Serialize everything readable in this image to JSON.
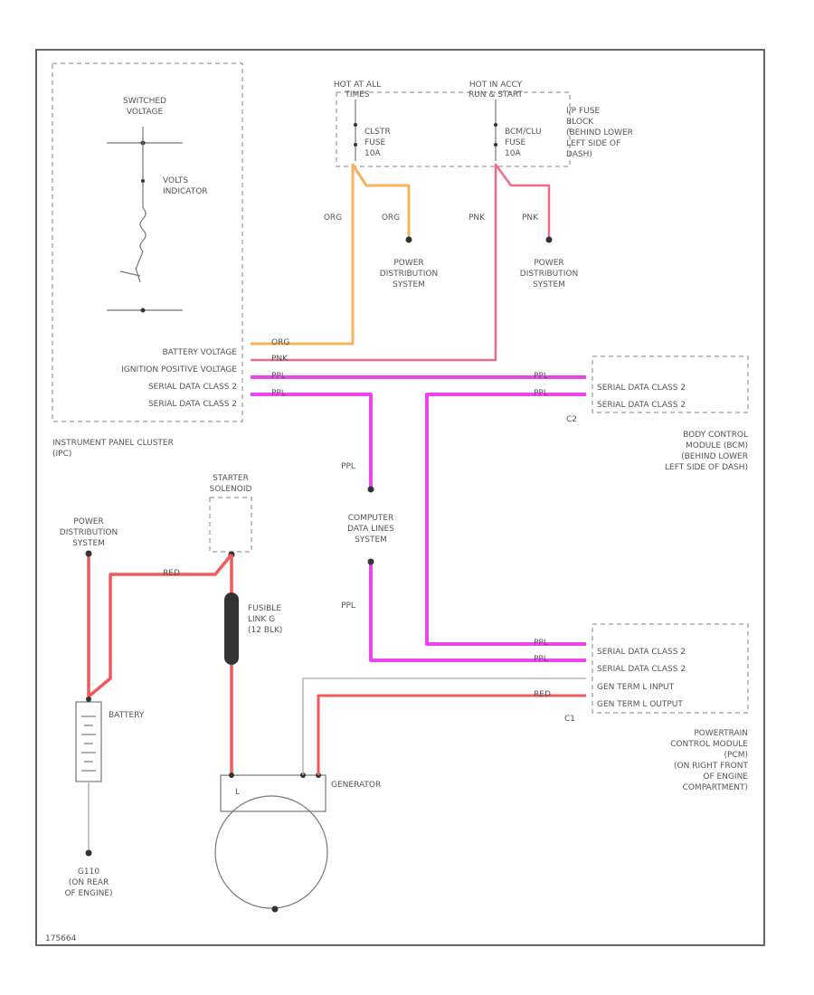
{
  "switched_voltage": [
    "SWITCHED",
    "VOLTAGE"
  ],
  "volts_indicator": [
    "VOLTS",
    "INDICATOR"
  ],
  "ipc_pins": [
    "BATTERY VOLTAGE",
    "IGNITION POSITIVE VOLTAGE",
    "SERIAL DATA CLASS 2",
    "SERIAL DATA CLASS 2"
  ],
  "ipc_name": [
    "INSTRUMENT PANEL CLUSTER",
    "(IPC)"
  ],
  "hot_at_all": [
    "HOT AT ALL",
    "TIMES"
  ],
  "hot_in_acc": [
    "HOT IN ACCY",
    "RUN & START"
  ],
  "cluster_fuse": [
    "CLSTR",
    "FUSE",
    "10A"
  ],
  "bcm_fuse": [
    "BCM/CLU",
    "FUSE",
    "10A"
  ],
  "ip_fuse_block": [
    "I/P FUSE",
    "BLOCK",
    "(BEHIND LOWER",
    "LEFT SIDE OF",
    "DASH)"
  ],
  "wire_orange": "ORG",
  "wire_pink": "PNK",
  "wire_ppl": "PPL",
  "pds": [
    "POWER",
    "DISTRIBUTION",
    "SYSTEM"
  ],
  "bcm_pins": [
    "SERIAL DATA CLASS 2",
    "SERIAL DATA CLASS 2"
  ],
  "bcm_connector": "C2",
  "bcm_name": [
    "BODY CONTROL",
    "MODULE (BCM)",
    "(BEHIND LOWER",
    "LEFT SIDE OF DASH)"
  ],
  "computer_data": [
    "COMPUTER",
    "DATA LINES",
    "SYSTEM"
  ],
  "starter_solenoid": [
    "STARTER",
    "SOLENOID"
  ],
  "wire_red": "RED",
  "fusible_link": [
    "FUSIBLE",
    "LINK G",
    "(12 BLK)"
  ],
  "battery": "BATTERY",
  "pcm_pins": [
    "SERIAL DATA CLASS 2",
    "SERIAL DATA CLASS 2",
    "GEN TERM L INPUT",
    "GEN TERM L OUTPUT"
  ],
  "pcm_connector": "C1",
  "pcm_name": [
    "POWERTRAIN",
    "CONTROL MODULE",
    "(PCM)",
    "(ON RIGHT FRONT",
    "OF ENGINE",
    "COMPARTMENT)"
  ],
  "generator": "GENERATOR",
  "generator_terminal": "L",
  "ground": [
    "G110",
    "(ON REAR",
    "OF ENGINE)"
  ],
  "figure_code": "175664"
}
